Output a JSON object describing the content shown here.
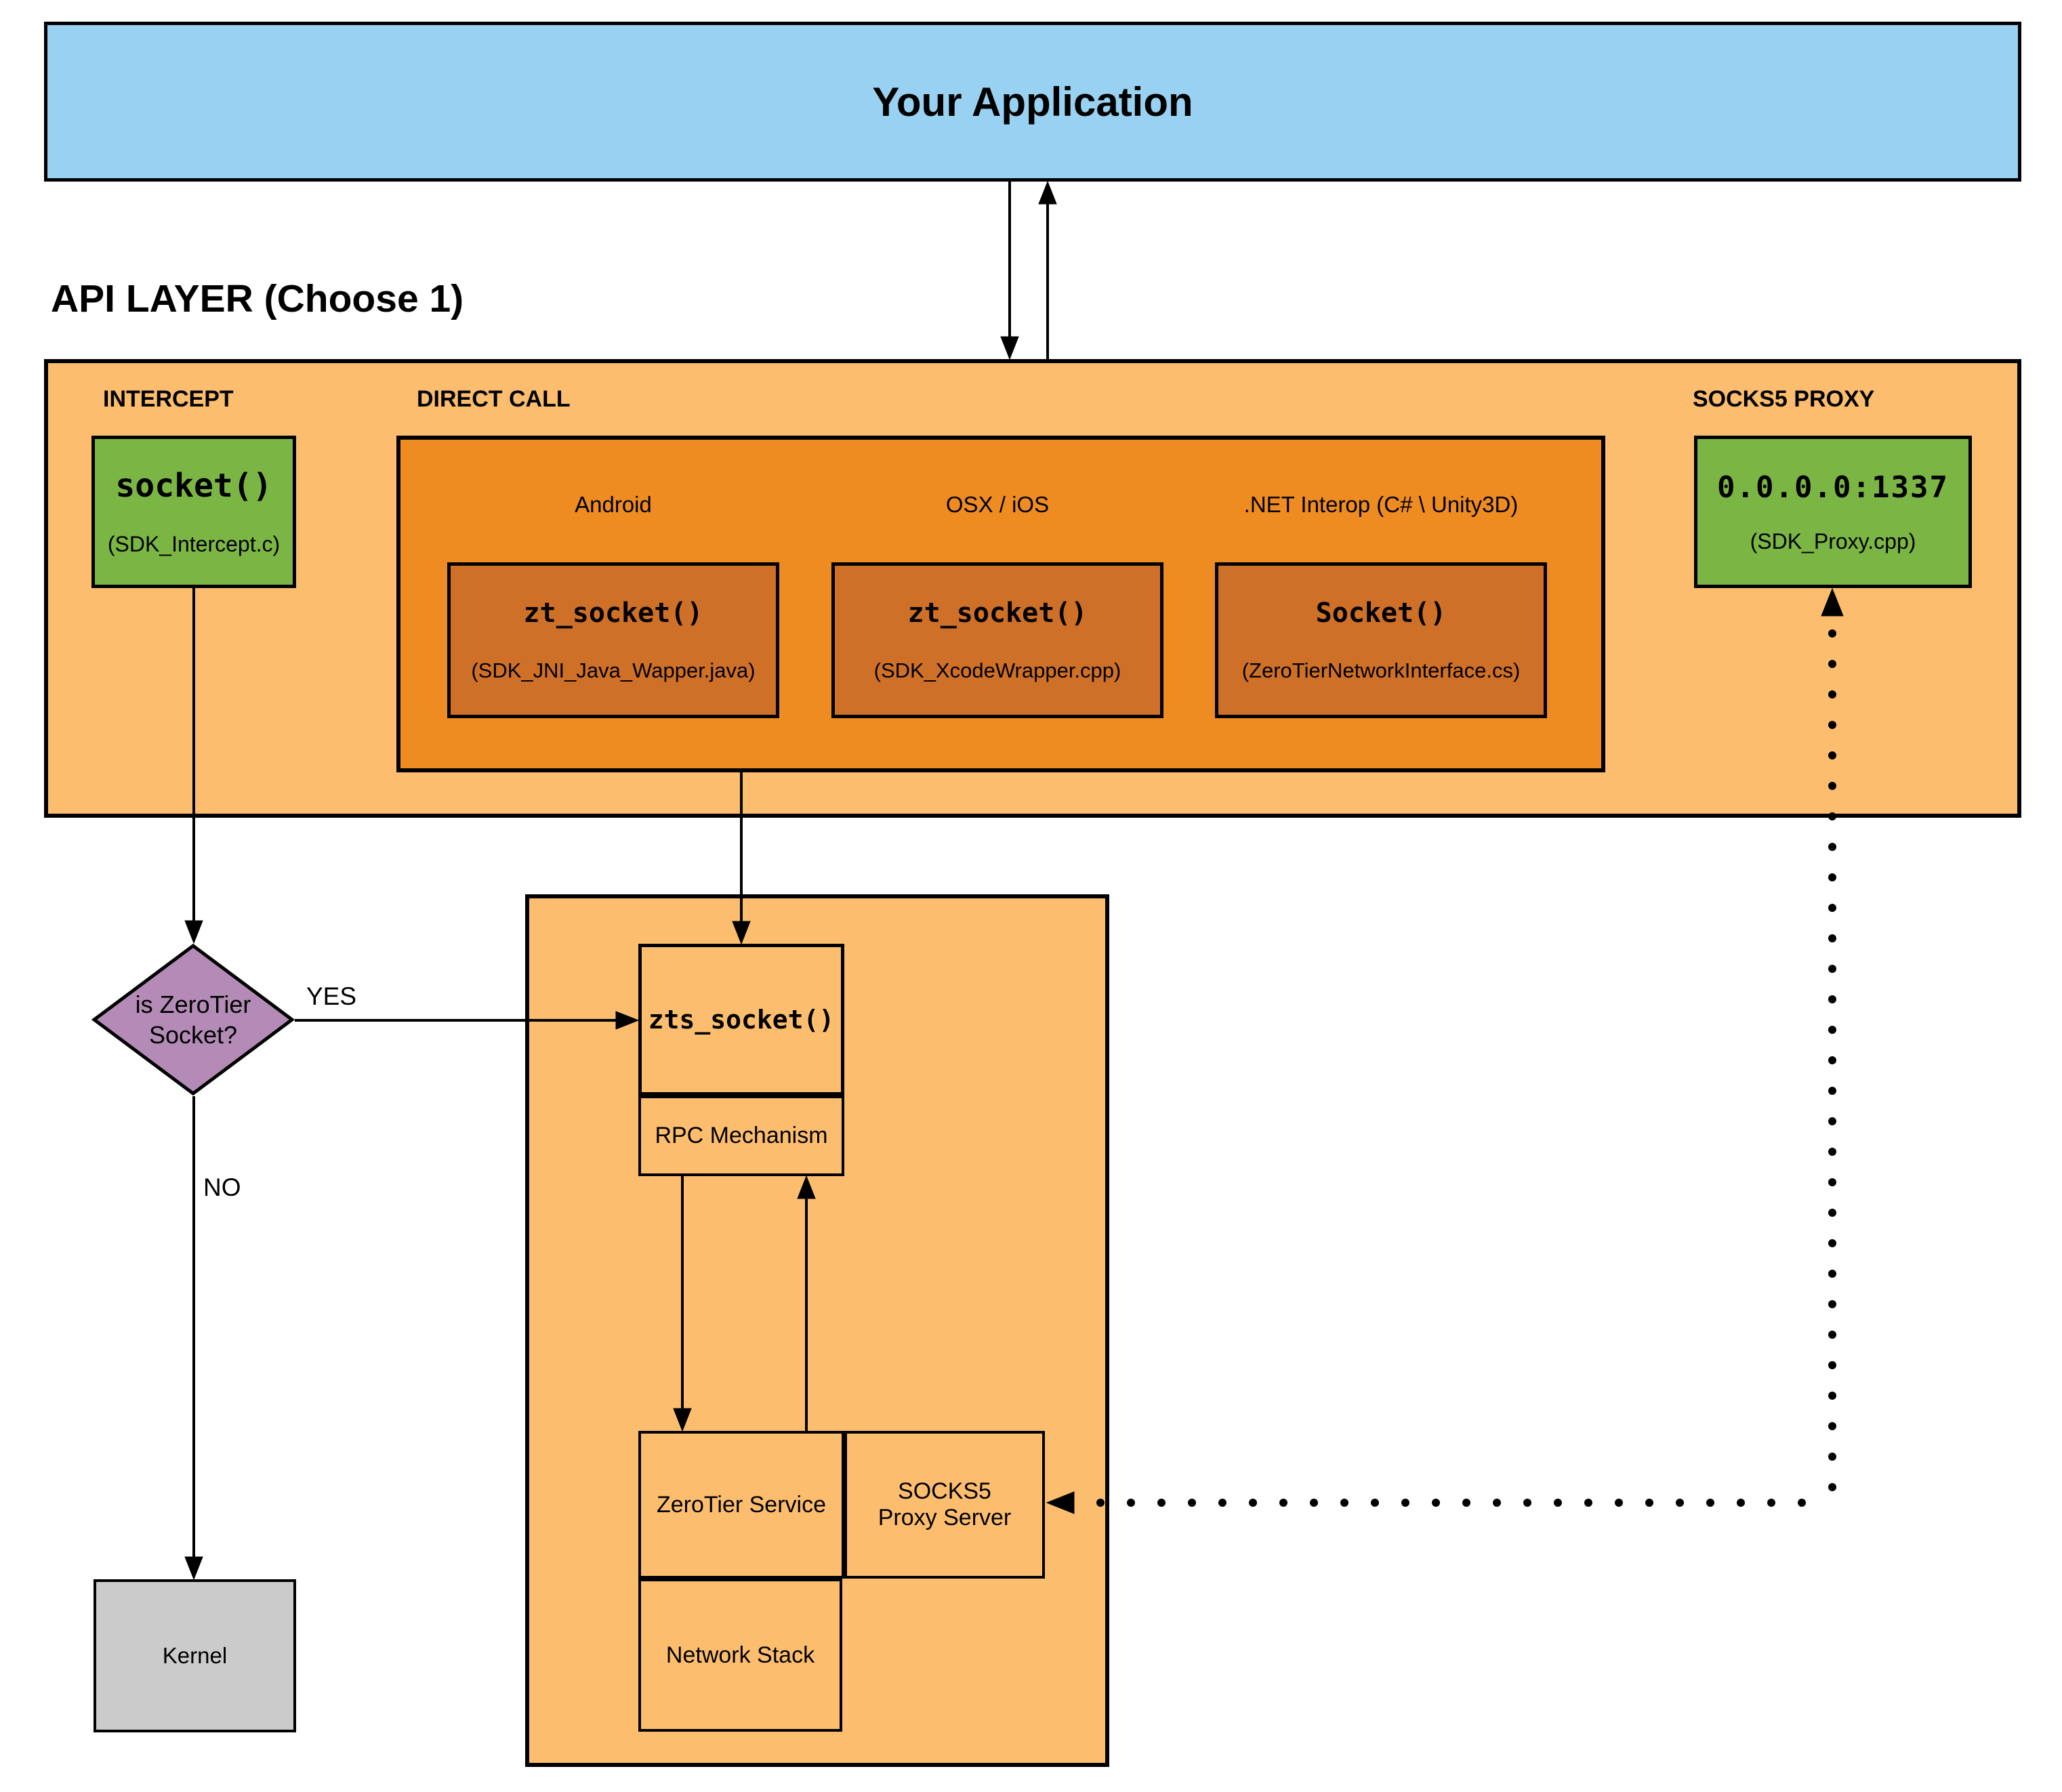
{
  "app_box": {
    "label": "Your Application"
  },
  "api_layer": {
    "title": "API LAYER (Choose 1)",
    "intercept": {
      "label": "INTERCEPT",
      "box": {
        "title": "socket()",
        "file": "(SDK_Intercept.c)"
      }
    },
    "direct_call": {
      "label": "DIRECT CALL",
      "platforms": [
        {
          "name": "Android",
          "box_title": "zt_socket()",
          "box_file": "(SDK_JNI_Java_Wapper.java)"
        },
        {
          "name": "OSX / iOS",
          "box_title": "zt_socket()",
          "box_file": "(SDK_XcodeWrapper.cpp)"
        },
        {
          "name": ".NET Interop (C# \\ Unity3D)",
          "box_title": "Socket()",
          "box_file": "(ZeroTierNetworkInterface.cs)"
        }
      ]
    },
    "socks5_proxy": {
      "label": "SOCKS5 PROXY",
      "box": {
        "title": "0.0.0.0:1337",
        "file": "(SDK_Proxy.cpp)"
      }
    }
  },
  "decision": {
    "question_line1": "is ZeroTier",
    "question_line2": "Socket?",
    "yes_label": "YES",
    "no_label": "NO"
  },
  "service_stack": {
    "zts": "zts_socket()",
    "rpc": "RPC Mechanism",
    "zerotier_service": "ZeroTier Service",
    "socks5_server": "SOCKS5 Proxy Server",
    "network_stack": "Network Stack"
  },
  "kernel": {
    "label": "Kernel"
  },
  "colors": {
    "app_blue": "#98d1f1",
    "layer_light_orange": "#fcbe6e",
    "direct_call_orange": "#ee8c22",
    "function_box_dark_orange": "#cf7028",
    "accent_green": "#7bb644",
    "decision_purple": "#b48bb6",
    "kernel_gray": "#cbcbcb",
    "line_black": "#000000"
  }
}
